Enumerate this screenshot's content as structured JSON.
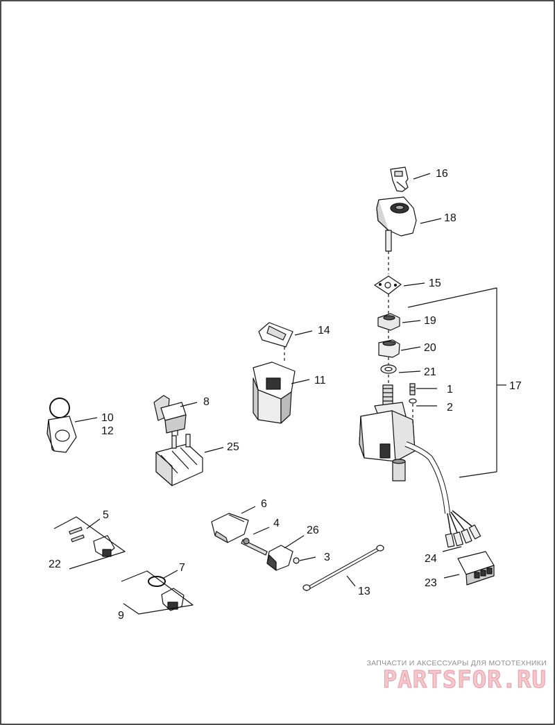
{
  "callouts": {
    "n1": "1",
    "n2": "2",
    "n3": "3",
    "n4": "4",
    "n5": "5",
    "n6": "6",
    "n7": "7",
    "n8": "8",
    "n9": "9",
    "n10": "10",
    "n11": "11",
    "n12": "12",
    "n13": "13",
    "n14": "14",
    "n15": "15",
    "n16": "16",
    "n17": "17",
    "n18": "18",
    "n19": "19",
    "n20": "20",
    "n21": "21",
    "n22": "22",
    "n23": "23",
    "n24": "24",
    "n25": "25",
    "n26": "26"
  },
  "watermark": {
    "subtitle": "ЗАПЧАСТИ И АКСЕССУАРЫ ДЛЯ МОТОТЕХНИКИ",
    "brand": "PARTSFOR.RU"
  },
  "colors": {
    "line": "#111111",
    "part_fill": "#ffffff",
    "shade": "#c8c8c8",
    "dark": "#555555",
    "watermark_fill": "#f4c7cc",
    "watermark_stroke": "#e79aa5"
  }
}
